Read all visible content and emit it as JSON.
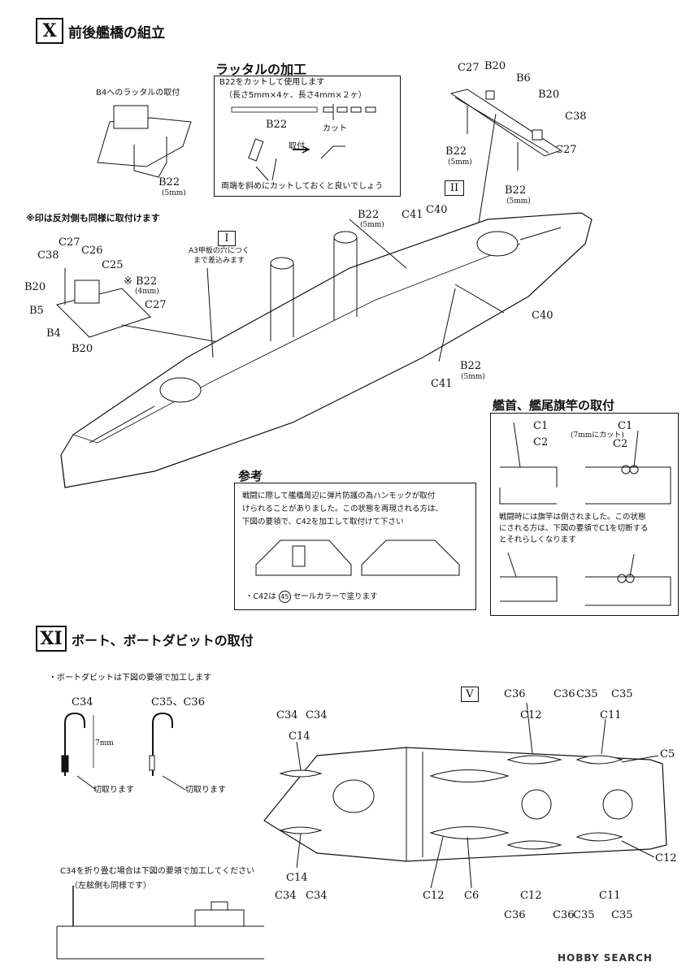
{
  "sections": {
    "x": {
      "num": "X",
      "title": "前後艦橋の組立"
    },
    "xi": {
      "num": "XI",
      "title": "ボート、ボートダビットの取付"
    }
  },
  "ladder": {
    "title": "ラッタルの加工",
    "line1": "B22をカットして使用します",
    "line2": "（長さ5mm×4ヶ、長さ4mm×２ヶ）",
    "part": "B22",
    "cut": "カット",
    "attach": "取付",
    "note": "両端を斜めにカットしておくと良いでしょう"
  },
  "b4": {
    "caption": "B4へのラッタルの取付",
    "part": "B22",
    "dim": "(5mm)"
  },
  "note_other_side": "※印は反対側も同様に取付けます",
  "bridge_labels": {
    "c27a": "C27",
    "c26": "C26",
    "c38": "C38",
    "c25": "C25",
    "b22s": "※ B22",
    "b22s_dim": "(4mm)",
    "b20a": "B20",
    "b5": "B5",
    "c27b": "C27",
    "b4": "B4",
    "b20b": "B20"
  },
  "aft_labels": {
    "c27a": "C27",
    "b20a": "B20",
    "b6": "B6",
    "b20b": "B20",
    "c38": "C38",
    "c27b": "C27",
    "b22a": "B22",
    "b22a_dim": "(5mm)",
    "b22b": "B22",
    "b22b_dim": "(5mm)"
  },
  "ship_labels": {
    "roman1": "I",
    "roman2": "II",
    "a3": "A3甲板の穴につく",
    "a3b": "まで差込みます",
    "b22": "B22",
    "b22_dim": "(5mm)",
    "c41": "C41",
    "c40": "C40",
    "c40b": "C40",
    "b22b": "B22",
    "b22b_dim": "(5mm)",
    "c41b": "C41"
  },
  "flagstaff": {
    "title": "艦首、艦尾旗竿の取付",
    "c1": "C1",
    "c2": "C2",
    "c1b": "C1",
    "cut7": "(7mmにカット)",
    "c2b": "C2",
    "note1": "戦闘時には旗竿は倒されました。この状態",
    "note2": "にされる方は、下図の要領でC1を切断する",
    "note3": "とそれらしくなります"
  },
  "reference": {
    "title": "参考",
    "l1": "戦闘に際して艦橋周辺に弾片防護の為ハンモックが取付",
    "l2": "けられることがありました。この状態を再現される方は、",
    "l3": "下図の要領で、C42を加工して取付けて下さい",
    "paint_pre": "・C42は",
    "paint_num": "45",
    "paint_post": "セールカラーで塗ります"
  },
  "davit": {
    "note": "・ボートダビットは下図の要領で加工します",
    "c34": "C34",
    "c3536": "C35、C36",
    "mm": "7mm",
    "cut1": "切取ります",
    "cut2": "切取ります",
    "fold1": "C34を折り畳む場合は下図の要領で加工してください",
    "fold2": "（左舷側も同様です）"
  },
  "deck_labels": {
    "roman5": "V",
    "t1": "C36",
    "t2": "C36",
    "t3": "C35",
    "t4": "C35",
    "c12a": "C12",
    "c11a": "C11",
    "c5": "C5",
    "c34a": "C34",
    "c34b": "C34",
    "c14a": "C14",
    "c14b": "C14",
    "c34c": "C34",
    "c34d": "C34",
    "c12b": "C12",
    "c6": "C6",
    "c12c": "C12",
    "c11b": "C11",
    "c12d": "C12",
    "b1": "C36",
    "b2": "C36",
    "b3": "C35",
    "b4": "C35"
  },
  "footer": {
    "logo": "HOBBY SEARCH"
  }
}
